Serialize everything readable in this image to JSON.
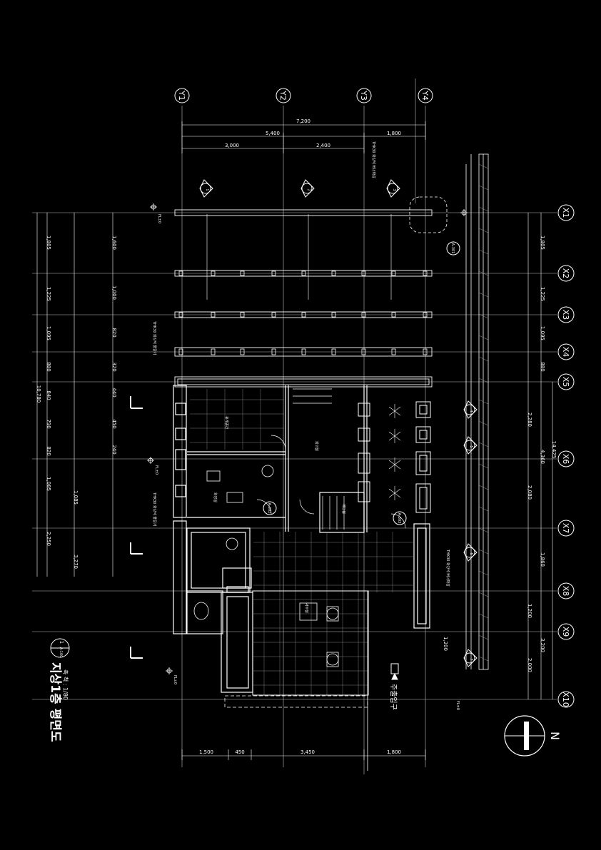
{
  "sheet": {
    "title": "지상1층 평면도",
    "scale_text": "축 척 : 1/80",
    "section_mark": {
      "number": "1",
      "sheet": "A-100"
    },
    "north_label": "N"
  },
  "grid": {
    "y_axes": [
      "Y1",
      "Y2",
      "Y3",
      "Y4"
    ],
    "x_axes": [
      "X1",
      "X2",
      "X3",
      "X4",
      "X5",
      "X6",
      "X7",
      "X8",
      "X9",
      "X10"
    ]
  },
  "dimensions": {
    "top_overall": "7,200",
    "top_row2": [
      "5,400",
      "1,800"
    ],
    "top_row3": [
      "3,000",
      "2,400"
    ],
    "bottom_row": [
      "1,500",
      "450",
      "3,450",
      "1,800"
    ],
    "left_overall": "10,780",
    "left_outer": [
      "1,805",
      "1,225",
      "1,095",
      "880",
      "840",
      "790",
      "820",
      "1,085",
      "2,250"
    ],
    "left_inner": [
      "1,600",
      "1,000",
      "820",
      "320",
      "440",
      "450",
      "240",
      "1,085"
    ],
    "left_inner_lower": "3,270",
    "right_overall": "14,425",
    "right_chain": [
      "1,805",
      "1,225",
      "1,095",
      "880",
      "2,280",
      "2,080",
      "1,860",
      "1,200",
      "2,000"
    ],
    "right_sub": [
      "4,360",
      "3,200"
    ],
    "right_small": "1,200"
  },
  "room_labels": [
    "회의실",
    "화장실",
    "계단실",
    "주출입구",
    "휴게공간",
    "사무실"
  ],
  "section_markers": [
    "1",
    "2",
    "3",
    "4",
    "5",
    "6",
    "7"
  ],
  "section_sheets": [
    "A-301",
    "A-302",
    "A-303"
  ],
  "level_tags": [
    "FL±0",
    "FL±0",
    "FL±0",
    "FL±0"
  ],
  "notes": [
    "THK30 화강석 물갈기",
    "THK30 화강석 버너마감",
    "THK30 화강석 물갈기",
    "THK30 화강석 버너마감"
  ],
  "colors": {
    "background": "#000000",
    "line": "#ffffff",
    "grid_line": "#cfcfcf"
  }
}
